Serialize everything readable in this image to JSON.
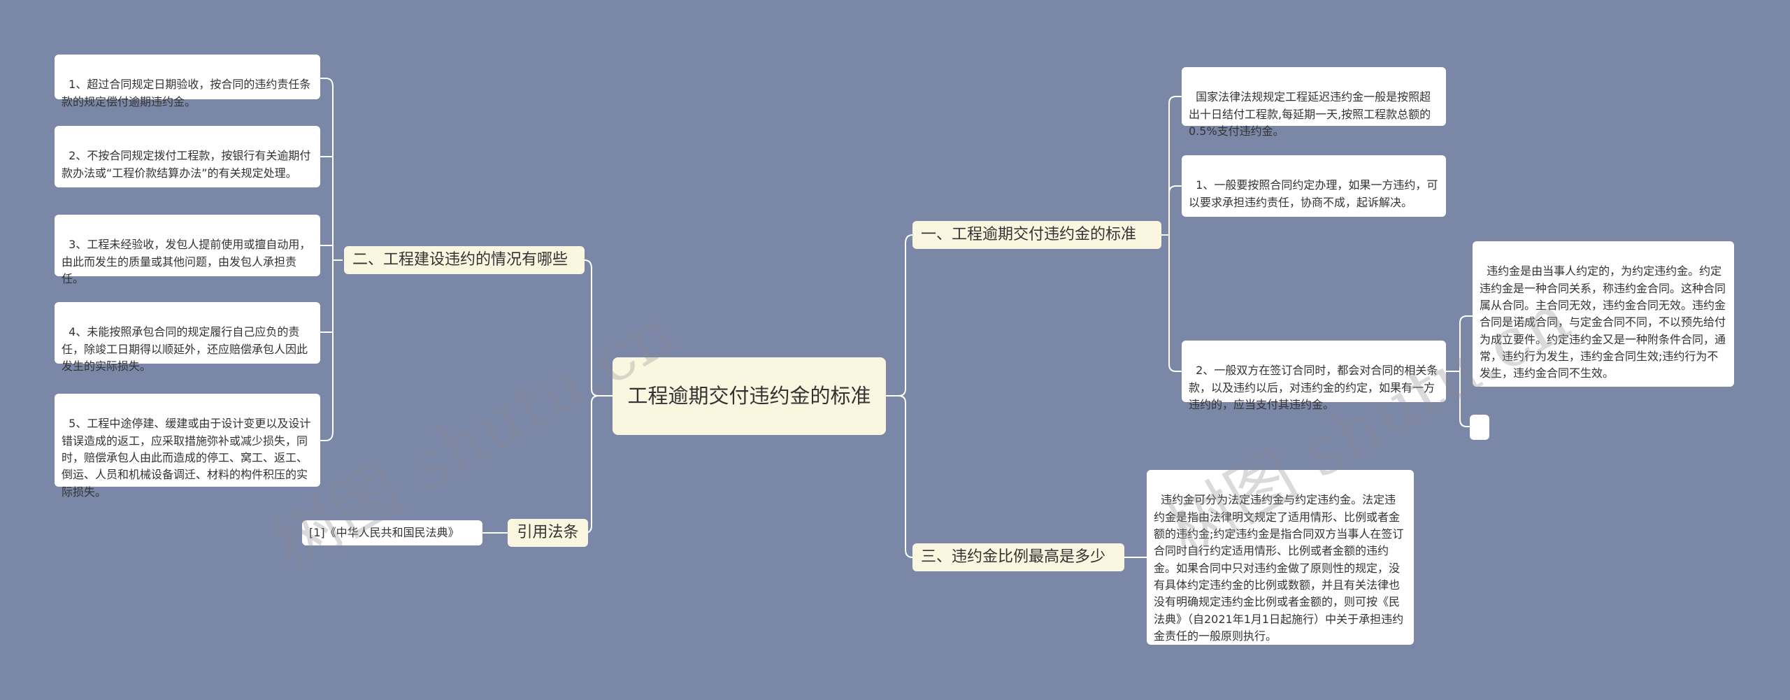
{
  "root": {
    "title": "工程逾期交付违约金的标准"
  },
  "left_branches": {
    "situations": {
      "label": "二、工程建设违约的情况有哪些",
      "items": [
        "1、超过合同规定日期验收，按合同的违约责任条款的规定偿付逾期违约金。",
        "2、不按合同规定拨付工程款，按银行有关逾期付款办法或“工程价款结算办法”的有关规定处理。",
        "3、工程未经验收，发包人提前使用或擅自动用，由此而发生的质量或其他问题，由发包人承担责任。",
        "4、未能按照承包合同的规定履行自己应负的责任，除竣工日期得以顺延外，还应赔偿承包人因此发生的实际损失。",
        "5、工程中途停建、缓建或由于设计变更以及设计错误造成的返工，应采取措施弥补或减少损失，同时，赔偿承包人由此而造成的停工、窝工、返工、倒运、人员和机械设备调迁、材料的构件积压的实际损失。"
      ]
    },
    "citation": {
      "label": "引用法条",
      "items": [
        "[1]《中华人民共和国民法典》"
      ]
    }
  },
  "right_branches": {
    "standard": {
      "label": "一、工程逾期交付违约金的标准",
      "items": [
        "国家法律法规规定工程延迟违约金一般是按照超出十日结付工程款,每延期一天,按照工程款总额的0.5%支付违约金。",
        "1、一般要按照合同约定办理，如果一方违约，可以要求承担违约责任，协商不成，起诉解决。",
        "2、一般双方在签订合同时，都会对合同的相关条款，以及违约以后，对违约金的约定，如果有一方违约的，应当支付其违约金。"
      ],
      "sub_items": [
        "违约金是由当事人约定的，为约定违约金。约定违约金是一种合同关系，称违约金合同。这种合同属从合同。主合同无效，违约金合同无效。违约金合同是诺成合同，与定金合同不同，不以预先给付为成立要件。约定违约金又是一种附条件合同，通常，违约行为发生，违约金合同生效;违约行为不发生，违约金合同不生效。",
        ""
      ]
    },
    "ratio": {
      "label": "三、违约金比例最高是多少",
      "items": [
        "违约金可分为法定违约金与约定违约金。法定违约金是指由法律明文规定了适用情形、比例或者金额的违约金;约定违约金是指合同双方当事人在签订合同时自行约定适用情形、比例或者金额的违约金。如果合同中只对违约金做了原则性的规定，没有具体约定违约金的比例或数额，并且有关法律也没有明确规定违约金比例或者金额的，则可按《民法典》（自2021年1月1日起施行）中关于承担违约金责任的一般原则执行。"
      ]
    }
  },
  "watermarks": [
    "树图 shutu.cn",
    "树图 shutu.cn"
  ],
  "colors": {
    "background": "#7a87a6",
    "branch_fill": "#fbf6e0",
    "leaf_fill": "#ffffff",
    "connector": "#ffffff"
  }
}
